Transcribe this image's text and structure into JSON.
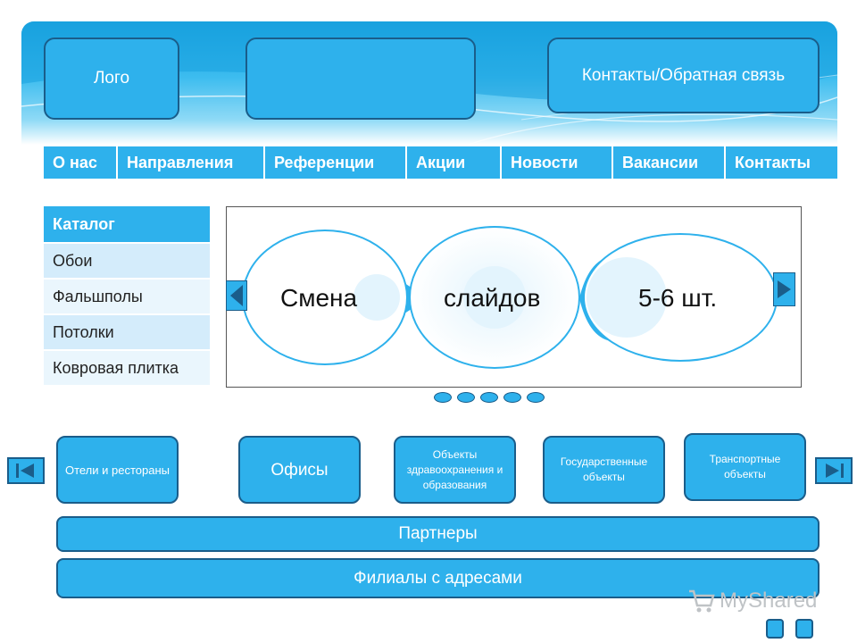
{
  "header": {
    "logo_label": "Лого",
    "contacts_label": "Контакты/Обратная связь"
  },
  "nav": {
    "items": [
      "О нас",
      "Направления",
      "Референции",
      "Акции",
      "Новости",
      "Вакансии",
      "Контакты"
    ]
  },
  "catalog": {
    "title": "Каталог",
    "items": [
      "Обои",
      "Фальшполы",
      "Потолки",
      "Ковровая плитка"
    ]
  },
  "slider": {
    "texts": [
      "Смена",
      "слайдов",
      "5-6 шт."
    ],
    "dot_count": 5
  },
  "categories": [
    "Отели и рестораны",
    "Офисы",
    "Объекты здравоохранения и образования",
    "Государственные объекты",
    "Транспортные объекты"
  ],
  "bars": {
    "partners": "Партнеры",
    "branches": "Филиалы с адресами"
  },
  "watermark": {
    "text": "MyShared"
  },
  "colors": {
    "accent": "#2eb1ec",
    "border": "#1a5d8a",
    "banner_dark": "#1aa3e0"
  },
  "icons": [
    "prev-slide-icon",
    "next-slide-icon",
    "skip-back-icon",
    "skip-forward-icon",
    "cart-icon"
  ]
}
